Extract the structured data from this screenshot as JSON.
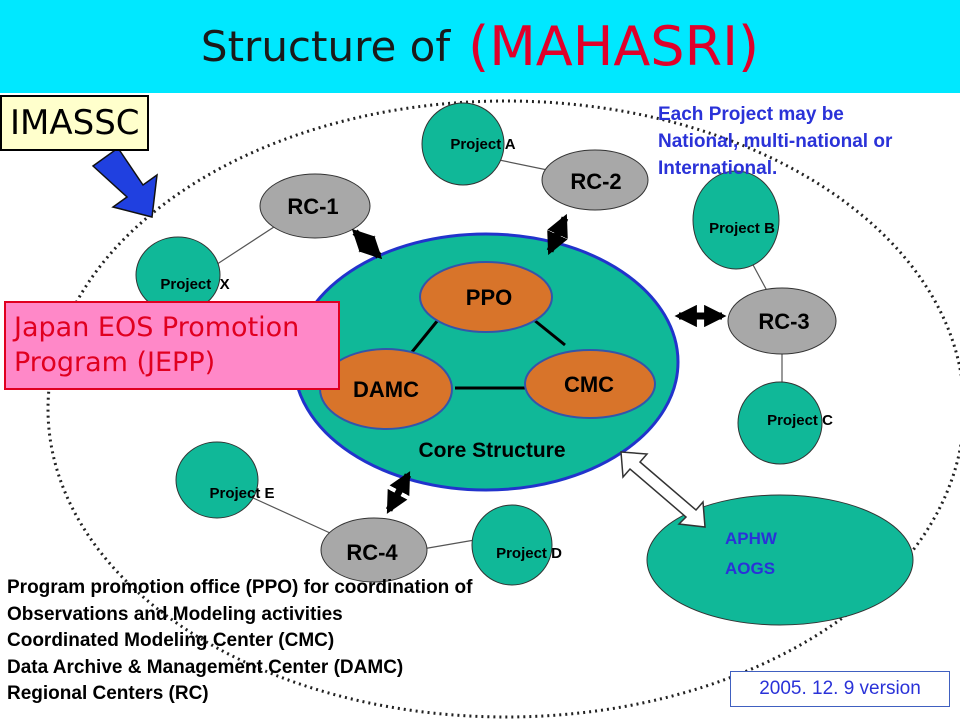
{
  "title": {
    "prefix": "Structure of",
    "highlight": "(MAHASRI)"
  },
  "imassc": "IMASSC",
  "jepp": {
    "line1": "Japan EOS Promotion",
    "line2": "Program (JEPP)"
  },
  "note": {
    "line1": "Each Project may be",
    "line2": "National, multi-national or",
    "line3": "International."
  },
  "core": {
    "label": "Core Structure",
    "ppo": "PPO",
    "cmc": "CMC",
    "damc": "DAMC"
  },
  "regional_centers": {
    "rc1": "RC-1",
    "rc2": "RC-2",
    "rc3": "RC-3",
    "rc4": "RC-4"
  },
  "projects": {
    "a": "Project A",
    "b": "Project B",
    "c": "Project C",
    "d": "Project D",
    "e": "Project E",
    "x": "Project  X"
  },
  "aphw": {
    "line1": "APHW",
    "line2": "AOGS"
  },
  "legend": [
    "Program promotion office (PPO) for  coordination of",
    "Observations and Modeling activities",
    "Coordinated Modeling Center (CMC)",
    "Data Archive & Management Center (DAMC)",
    "Regional Centers (RC)"
  ],
  "version": "2005. 12. 9 version",
  "colors": {
    "banner": "#00e8ff",
    "core": "#10b898",
    "project": "#10b898",
    "rc": "#a8a8a8",
    "office": "#d8742a",
    "accent": "#e0002a",
    "note": "#2a32d8"
  }
}
